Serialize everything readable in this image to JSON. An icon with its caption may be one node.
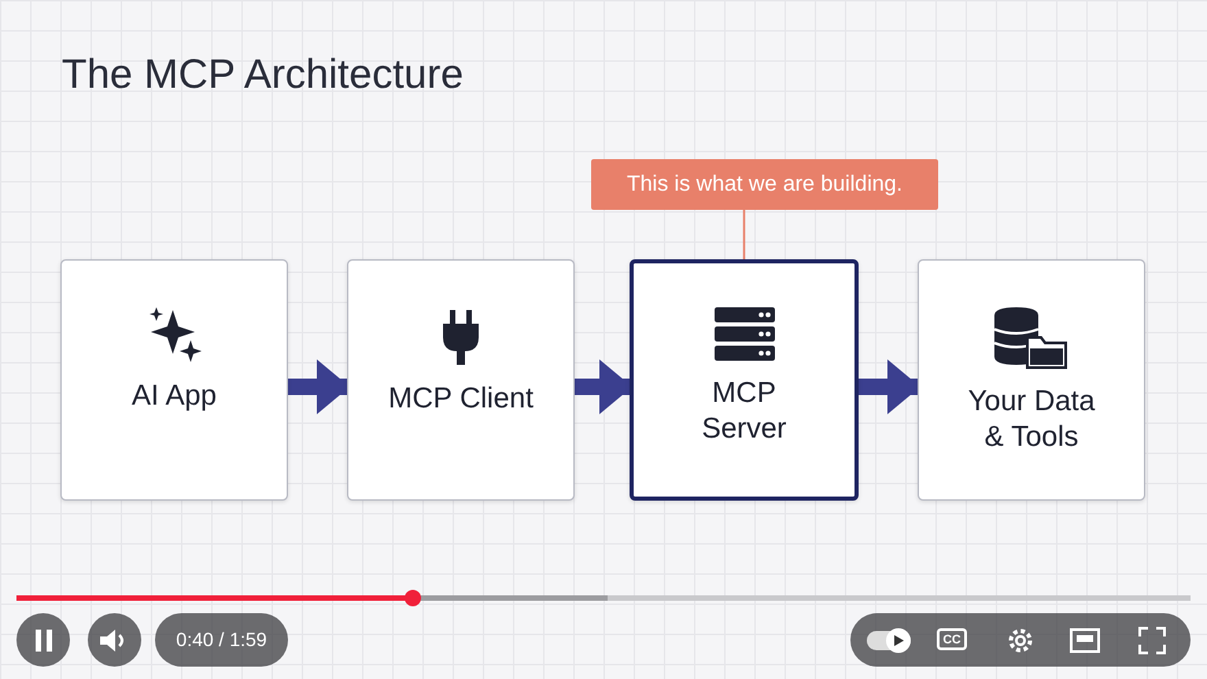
{
  "diagram": {
    "title": "The MCP Architecture",
    "nodes": [
      {
        "text": [
          "AI App"
        ]
      },
      {
        "text": [
          "MCP Client"
        ]
      },
      {
        "text": [
          "MCP Server"
        ]
      },
      {
        "text": [
          "Your Data & Tools"
        ]
      },
      {
        "text": [
          "This is what we are building."
        ]
      }
    ],
    "edges": [
      {
        "from": 0,
        "to": 1,
        "arrow": "to"
      },
      {
        "from": 1,
        "to": 2,
        "arrow": "to"
      },
      {
        "from": 2,
        "to": 3,
        "arrow": "to"
      },
      {
        "from": 4,
        "to": 2,
        "arrow": "none",
        "color": "#e8806a"
      }
    ],
    "labels": [
      "0:40 / 1:59",
      "CC"
    ]
  }
}
